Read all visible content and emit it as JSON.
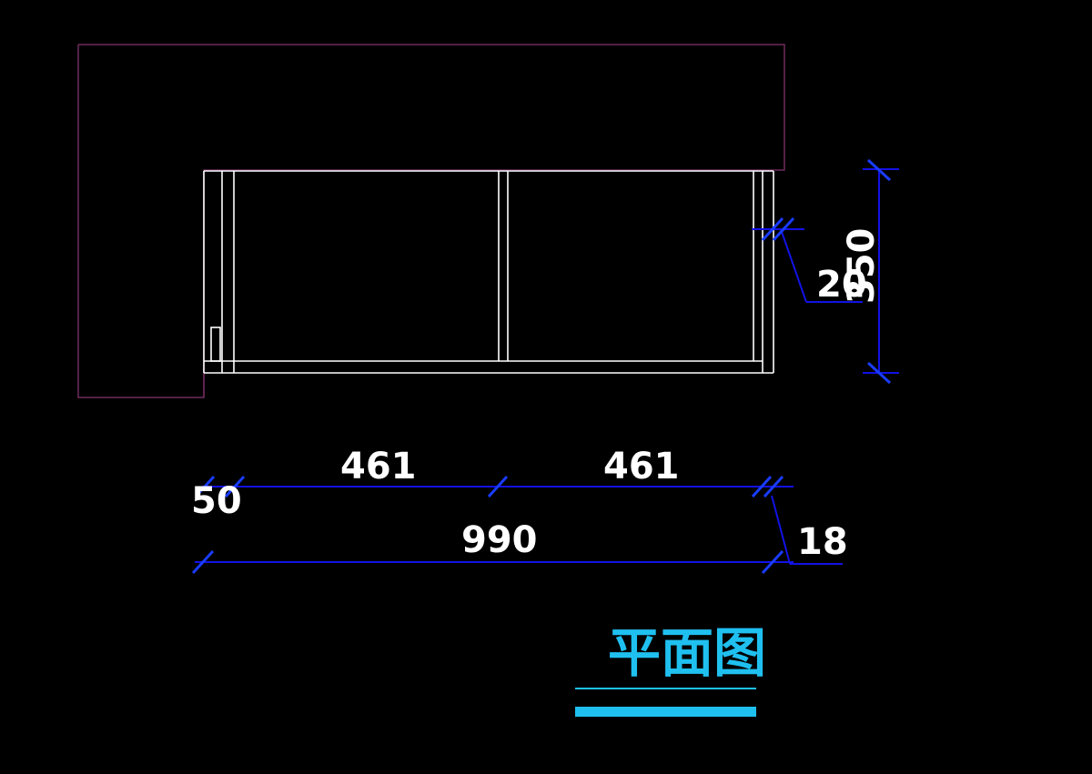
{
  "drawing": {
    "title": "平面图",
    "colors": {
      "background": "#000000",
      "outline": "#6e2a5c",
      "cabinet": "#ffffff",
      "dimension": "#1212e6",
      "tick": "#1a3cff",
      "title": "#1fc0f0"
    },
    "dimensions": {
      "left_end": "50",
      "segment_1": "461",
      "segment_2": "461",
      "overall_width": "990",
      "panel_thickness": "18",
      "front_offset": "20",
      "depth": "350"
    }
  }
}
